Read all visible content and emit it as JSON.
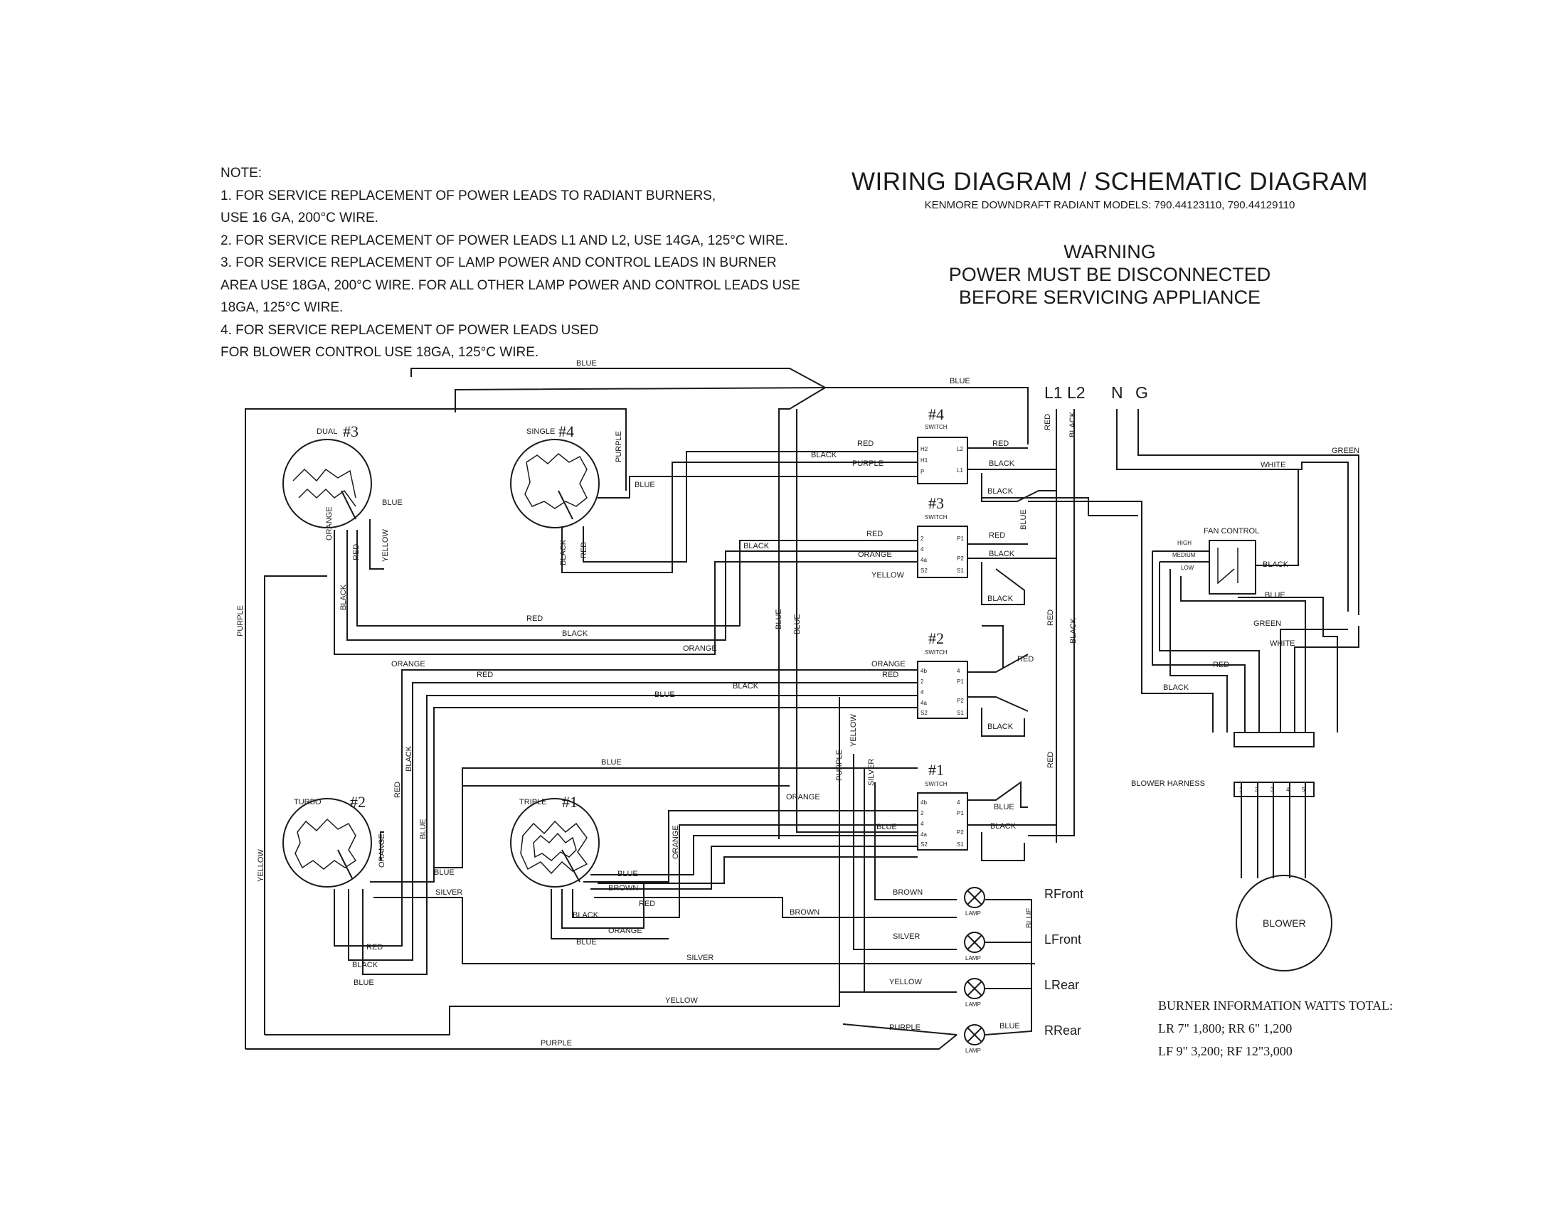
{
  "notes": {
    "heading": "NOTE:",
    "lines": [
      "1.  FOR SERVICE REPLACEMENT OF POWER LEADS TO RADIANT BURNERS,",
      "     USE 16 GA, 200°C WIRE.",
      "2.  FOR SERVICE REPLACEMENT OF POWER LEADS L1 AND L2, USE 14GA, 125°C WIRE.",
      "3.  FOR SERVICE REPLACEMENT OF LAMP POWER AND CONTROL LEADS IN BURNER",
      "    AREA USE 18GA, 200°C WIRE.  FOR ALL OTHER LAMP POWER AND CONTROL LEADS USE",
      "    18GA, 125°C WIRE.",
      "4.  FOR SERVICE REPLACEMENT OF POWER LEADS USED",
      "     FOR BLOWER CONTROL USE 18GA, 125°C WIRE."
    ]
  },
  "header": {
    "title": "WIRING DIAGRAM / SCHEMATIC DIAGRAM",
    "subtitle": "KENMORE DOWNDRAFT RADIANT MODELS:  790.44123110, 790.44129110"
  },
  "warning": {
    "line1": "WARNING",
    "line2": "POWER MUST BE DISCONNECTED",
    "line3": "BEFORE SERVICING APPLIANCE"
  },
  "terminals": {
    "l1": "L1",
    "l2": "L2",
    "n": "N",
    "g": "G"
  },
  "burners": {
    "dual": {
      "name": "DUAL",
      "num": "#3"
    },
    "single": {
      "name": "SINGLE",
      "num": "#4"
    },
    "turbo": {
      "name": "TURBO",
      "num": "#2"
    },
    "triple": {
      "name": "TRIPLE",
      "num": "#1"
    }
  },
  "switches": {
    "s4": {
      "num": "#4",
      "caption": "SWITCH",
      "pins_left": [
        "H2",
        "H1",
        "P"
      ],
      "pins_right": [
        "L2",
        "L1"
      ]
    },
    "s3": {
      "num": "#3",
      "caption": "SWITCH",
      "pins_left": [
        "2",
        "4",
        "4a",
        "S2"
      ],
      "pins_right": [
        "P1",
        "P2",
        "S1"
      ]
    },
    "s2": {
      "num": "#2",
      "caption": "SWITCH",
      "pins_left": [
        "4b",
        "2",
        "4",
        "4a",
        "S2"
      ],
      "pins_right": [
        "4",
        "P1",
        "P2",
        "S1"
      ]
    },
    "s1": {
      "num": "#1",
      "caption": "SWITCH",
      "pins_left": [
        "4b",
        "2",
        "4",
        "4a",
        "S2"
      ],
      "pins_right": [
        "4",
        "P1",
        "P2",
        "S1"
      ]
    }
  },
  "fan_control": {
    "title": "FAN CONTROL",
    "speeds": [
      "HIGH",
      "MEDIUM",
      "LOW"
    ]
  },
  "blower": {
    "harness": "BLOWER HARNESS",
    "name": "BLOWER",
    "pins": [
      "1",
      "2",
      "3",
      "4",
      "5"
    ]
  },
  "lamps": {
    "caption": "LAMP",
    "labels": [
      "RFront",
      "LFront",
      "LRear",
      "RRear"
    ]
  },
  "wire_labels": {
    "blue": "BLUE",
    "black": "BLACK",
    "red": "RED",
    "purple": "PURPLE",
    "orange": "ORANGE",
    "yellow": "YELLOW",
    "silver": "SILVER",
    "brown": "BROWN",
    "green": "GREEN",
    "white": "WHITE"
  },
  "burner_info": {
    "heading": "BURNER INFORMATION WATTS TOTAL:",
    "line1": "LR 7\"  1,800;  RR 6\"  1,200",
    "line2": "LF 9\"    3,200;  RF 12\"3,000"
  }
}
